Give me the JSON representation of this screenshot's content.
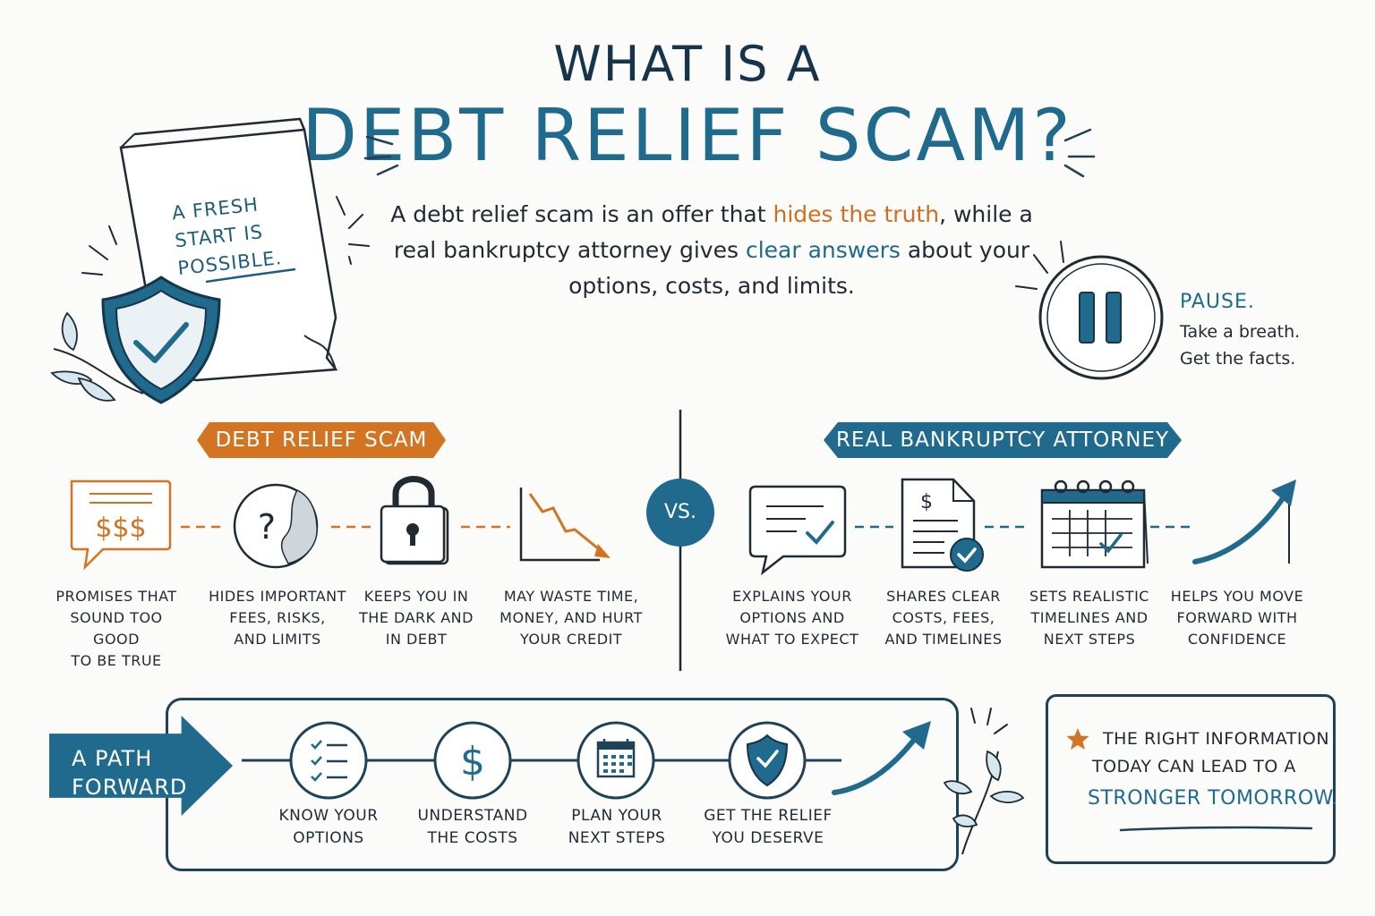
{
  "title": {
    "line1": "WHAT IS A",
    "line2": "DEBT RELIEF SCAM?"
  },
  "intro": {
    "p1": "A debt relief scam is an offer that ",
    "h1": "hides the truth",
    "p2": ", while a real bankruptcy attorney gives ",
    "h2": "clear answers",
    "p3": " about your options, costs, and limits."
  },
  "paper": {
    "line1": "A FRESH",
    "line2": "START IS",
    "line3": "POSSIBLE."
  },
  "pause": {
    "title": "PAUSE.",
    "line1": "Take a breath.",
    "line2": "Get the facts."
  },
  "scam": {
    "banner": "DEBT RELIEF SCAM",
    "items": [
      {
        "icon": "dollar-speech-bubble-icon",
        "label": "PROMISES THAT SOUND TOO GOOD TO BE TRUE",
        "lines": [
          "PROMISES THAT",
          "SOUND TOO GOOD",
          "TO BE TRUE"
        ]
      },
      {
        "icon": "question-mark-icon",
        "label": "HIDES IMPORTANT FEES, RISKS, AND LIMITS",
        "lines": [
          "HIDES IMPORTANT",
          "FEES, RISKS,",
          "AND LIMITS"
        ]
      },
      {
        "icon": "padlock-icon",
        "label": "KEEPS YOU IN THE DARK AND IN DEBT",
        "lines": [
          "KEEPS YOU IN",
          "THE DARK AND",
          "IN DEBT"
        ]
      },
      {
        "icon": "declining-chart-icon",
        "label": "MAY WASTE TIME, MONEY, AND HURT YOUR CREDIT",
        "lines": [
          "MAY WASTE TIME,",
          "MONEY, AND HURT",
          "YOUR CREDIT"
        ]
      }
    ]
  },
  "vs": "VS.",
  "attorney": {
    "banner": "REAL BANKRUPTCY ATTORNEY",
    "items": [
      {
        "icon": "checkmark-speech-bubble-icon",
        "lines": [
          "EXPLAINS YOUR",
          "OPTIONS AND",
          "WHAT TO EXPECT"
        ]
      },
      {
        "icon": "document-check-icon",
        "lines": [
          "SHARES CLEAR",
          "COSTS, FEES,",
          "AND TIMELINES"
        ]
      },
      {
        "icon": "calendar-icon",
        "lines": [
          "SETS REALISTIC",
          "TIMELINES AND",
          "NEXT STEPS"
        ]
      },
      {
        "icon": "rising-arrow-icon",
        "lines": [
          "HELPS YOU MOVE",
          "FORWARD WITH",
          "CONFIDENCE"
        ]
      }
    ]
  },
  "path": {
    "label_line1": "A PATH",
    "label_line2": "FORWARD",
    "steps": [
      {
        "icon": "checklist-icon",
        "lines": [
          "KNOW YOUR",
          "OPTIONS"
        ]
      },
      {
        "icon": "dollar-icon",
        "lines": [
          "UNDERSTAND",
          "THE COSTS"
        ]
      },
      {
        "icon": "calendar-icon",
        "lines": [
          "PLAN YOUR",
          "NEXT STEPS"
        ]
      },
      {
        "icon": "shield-check-icon",
        "lines": [
          "GET THE RELIEF",
          "YOU DESERVE"
        ]
      }
    ]
  },
  "closing": {
    "line1": "THE RIGHT INFORMATION",
    "line2": "TODAY CAN LEAD TO A",
    "line3": "STRONGER TOMORROW."
  },
  "colors": {
    "navy": "#16344a",
    "blue": "#1f6a8d",
    "orange": "#d37422",
    "ink": "#1f2a33"
  }
}
